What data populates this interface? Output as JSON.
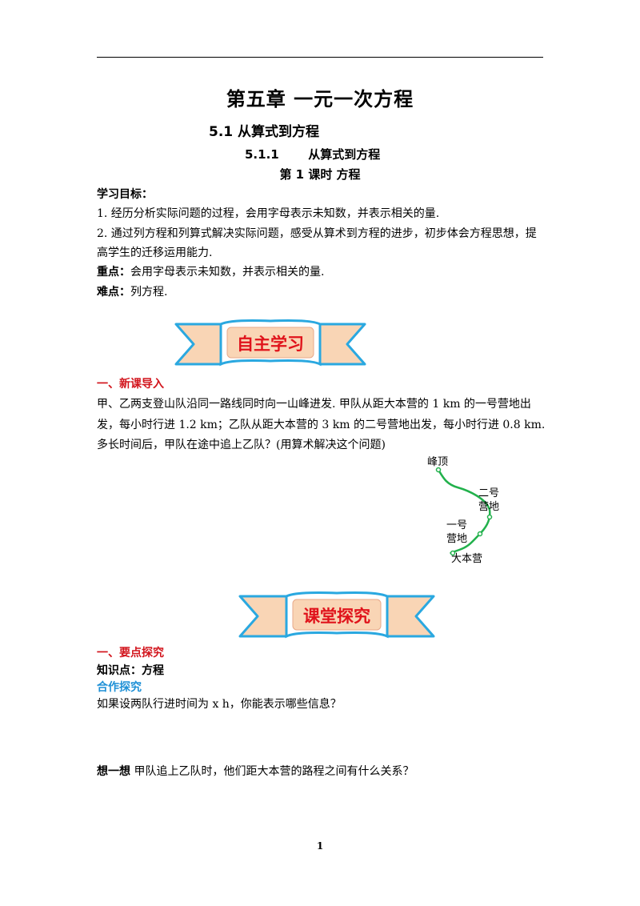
{
  "header": {
    "chapter_title": "第五章  一元一次方程",
    "section_title": "5.1  从算式到方程",
    "subsection_title": "5.1.1       从算式到方程",
    "lesson_title": "第 1 课时  方程"
  },
  "goals": {
    "heading": "学习目标：",
    "item1": "1. 经历分析实际问题的过程，会用字母表示未知数，并表示相关的量.",
    "item2_line1": "2. 通过列方程和列算式解决实际问题，感受从算术到方程的进步，初步体会方程思想，提",
    "item2_line2": "高学生的迁移运用能力.",
    "key_label": "重点：",
    "key_text": "会用字母表示未知数，并表示相关的量.",
    "difficulty_label": "难点：",
    "difficulty_text": "列方程."
  },
  "banner1": {
    "label": "自主学习"
  },
  "intro": {
    "heading": "一、新课导入",
    "line1": "  甲、乙两支登山队沿同一路线同时向一山峰进发. 甲队从距大本营的  1 km  的一号营地出",
    "line2": "发，每小时行进  1.2 km；乙队从距大本营的  3 km  的二号营地出发，每小时行进  0.8 km.",
    "line3": "多长时间后，甲队在途中追上乙队？(用算术解决这个问题)"
  },
  "route_map": {
    "peak": "峰顶",
    "camp2_line1": "二号",
    "camp2_line2": "营地",
    "camp1_line1": "一号",
    "camp1_line2": "营地",
    "base": "大本营",
    "route_color": "#22b14c"
  },
  "banner2": {
    "label": "课堂探究"
  },
  "explore": {
    "heading": "一、要点探究",
    "knowledge_point": "知识点：方程",
    "cooperate": "合作探究",
    "question": "如果设两队行进时间为  x  h，你能表示哪些信息？",
    "think_label": "想一想",
    "think_text": " 甲队追上乙队时，他们距大本营的路程之间有什么关系？"
  },
  "footer": {
    "page_number": "1"
  },
  "colors": {
    "banner_fill": "#f9d5b5",
    "banner_border": "#2aa8e0",
    "banner_text": "#e0131b",
    "heading_red": "#d2141c",
    "heading_blue": "#1e90d6"
  }
}
